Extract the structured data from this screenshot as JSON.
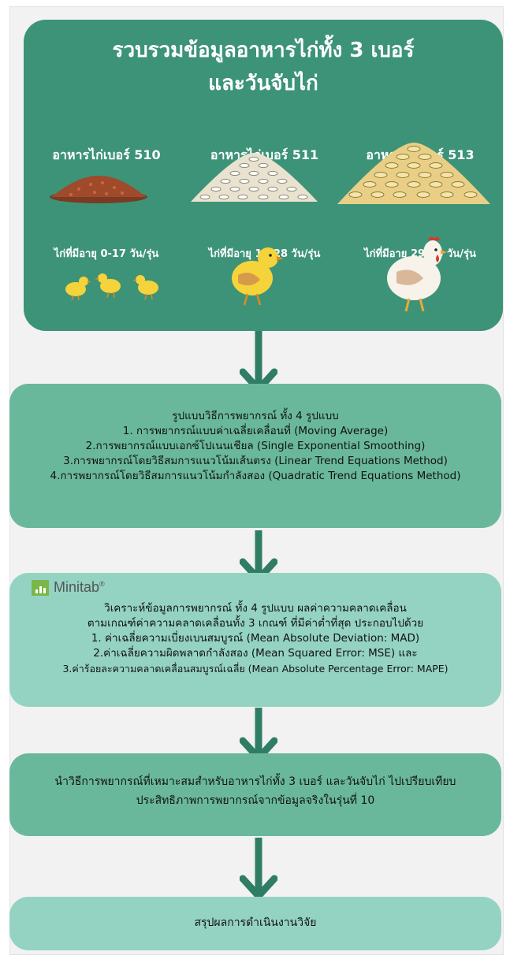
{
  "top_box": {
    "title_line1": "รวบรวมข้อมูลอาหารไก่ทั้ง 3 เบอร์",
    "title_line2": "และวันจับไก่",
    "columns": [
      {
        "heading": "อาหารไก่เบอร์ 510",
        "age": "ไก่ที่มีอายุ 0-17 วัน/รุ่น"
      },
      {
        "heading": "อาหารไก่เบอร์ 511",
        "age": "ไก่ที่มีอายุ 18-28 วัน/รุ่น"
      },
      {
        "heading": "อาหารไก่เบอร์ 513",
        "age": "ไก่ที่มีอายุ 29-40 วัน/รุ่น"
      }
    ]
  },
  "methods_box": {
    "lines": [
      "รูปแบบวิธีการพยากรณ์ ทั้ง 4 รูปแบบ",
      "1. การพยากรณ์แบบค่าเฉลี่ยเคลื่อนที่ (Moving Average)",
      "2.การพยากรณ์แบบเอกซ์โปเนนเชียล (Single Exponential Smoothing)",
      "3.การพยากรณ์โดยวิธีสมการแนวโน้มเส้นตรง (Linear Trend Equations Method)",
      "4.การพยากรณ์โดยวิธีสมการแนวโน้มกำลังสอง (Quadratic Trend Equations Method)"
    ]
  },
  "analysis_box": {
    "logo_text": "Minitab",
    "logo_mark": "®",
    "lines": [
      "วิเคราะห์ข้อมูลการพยากรณ์ ทั้ง 4 รูปแบบ ผลค่าความคลาดเคลื่อน",
      "ตามเกณฑ์ค่าความคลาดเคลื่อนทั้ง 3 เกณฑ์ ที่มีค่าต่ำที่สุด ประกอบไปด้วย",
      "1. ค่าเฉลี่ยความเบี่ยงเบนสมบูรณ์ (Mean Absolute Deviation: MAD)",
      "2.ค่าเฉลี่ยความผิดพลาดกำลังสอง (Mean Squared Error: MSE) และ",
      "3.ค่าร้อยละความคลาดเคลื่อนสมบูรณ์เฉลี่ย (Mean Absolute Percentage Error: MAPE)"
    ]
  },
  "compare_box": {
    "lines": [
      "นำวิธีการพยากรณ์ที่เหมาะสมสำหรับอาหารไก่ทั้ง 3 เบอร์ และวันจับไก่ ไปเปรียบเทียบ",
      "ประสิทธิภาพการพยากรณ์จากข้อมูลจริงในรุ่นที่ 10"
    ]
  },
  "summary_box": {
    "text": "สรุปผลการดำเนินงานวิจัย"
  },
  "colors": {
    "dark_green": "#3d9378",
    "mid_green": "#6ab89c",
    "light_green": "#94d3c2",
    "arrow": "#2f7d64"
  }
}
